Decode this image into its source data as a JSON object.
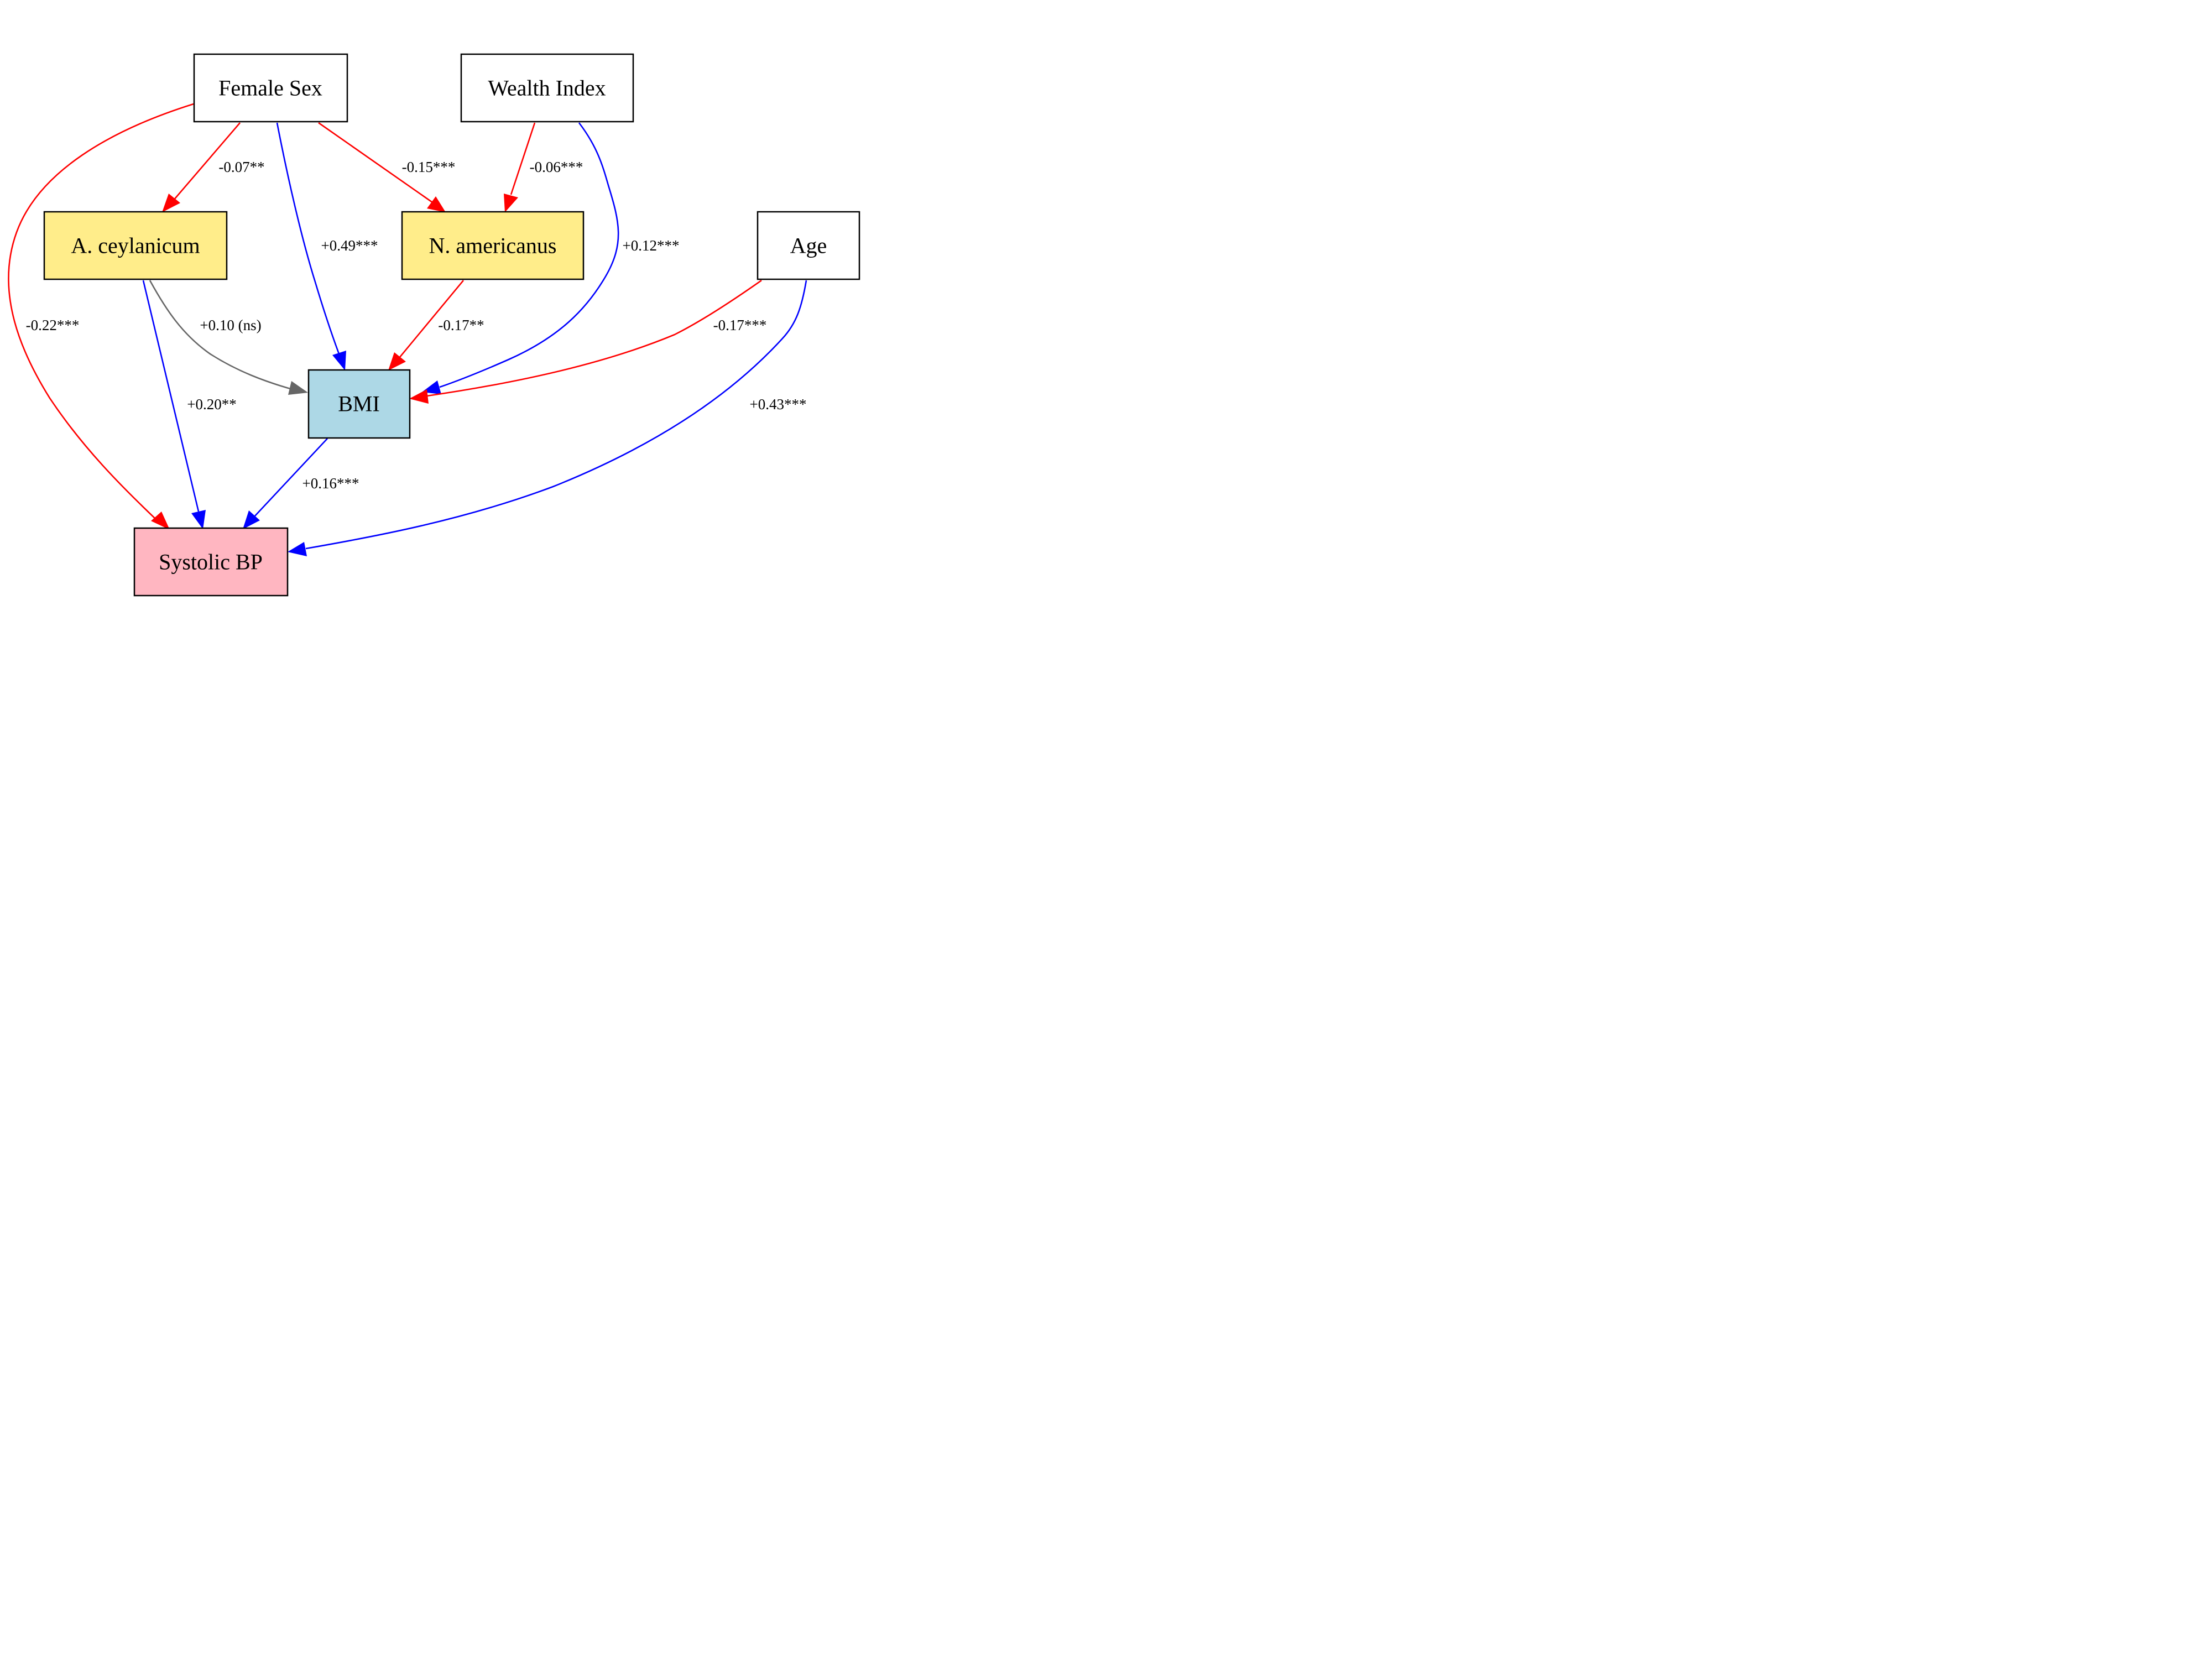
{
  "colors": {
    "exposure_fill": "#ffffff",
    "helminth_fill": "#ffed8a",
    "mediator_fill": "#add8e6",
    "outcome_fill": "#ffb6c1",
    "negative_edge": "#ff0000",
    "positive_edge": "#0000ff",
    "ns_edge": "#666666"
  },
  "nodes": {
    "female_sex": {
      "label": "Female Sex",
      "fill": "#ffffff"
    },
    "wealth_index": {
      "label": "Wealth Index",
      "fill": "#ffffff"
    },
    "a_ceylanicum": {
      "label": "A. ceylanicum",
      "fill": "#ffed8a"
    },
    "n_americanus": {
      "label": "N. americanus",
      "fill": "#ffed8a"
    },
    "age": {
      "label": "Age",
      "fill": "#ffffff"
    },
    "bmi": {
      "label": "BMI",
      "fill": "#add8e6"
    },
    "systolic_bp": {
      "label": "Systolic BP",
      "fill": "#ffb6c1"
    }
  },
  "edges": {
    "female_to_aceyl": {
      "label": "-0.07**",
      "color": "#ff0000"
    },
    "female_to_bmi": {
      "label": "+0.49***",
      "color": "#0000ff"
    },
    "female_to_namer": {
      "label": "-0.15***",
      "color": "#ff0000"
    },
    "female_to_sbp": {
      "label": "-0.22***",
      "color": "#ff0000"
    },
    "wealth_to_namer": {
      "label": "-0.06***",
      "color": "#ff0000"
    },
    "wealth_to_bmi": {
      "label": "+0.12***",
      "color": "#0000ff"
    },
    "aceyl_to_bmi": {
      "label": "+0.10 (ns)",
      "color": "#666666"
    },
    "aceyl_to_sbp": {
      "label": "+0.20**",
      "color": "#0000ff"
    },
    "namer_to_bmi": {
      "label": "-0.17**",
      "color": "#ff0000"
    },
    "age_to_bmi": {
      "label": "-0.17***",
      "color": "#ff0000"
    },
    "age_to_sbp": {
      "label": "+0.43***",
      "color": "#0000ff"
    },
    "bmi_to_sbp": {
      "label": "+0.16***",
      "color": "#0000ff"
    }
  }
}
